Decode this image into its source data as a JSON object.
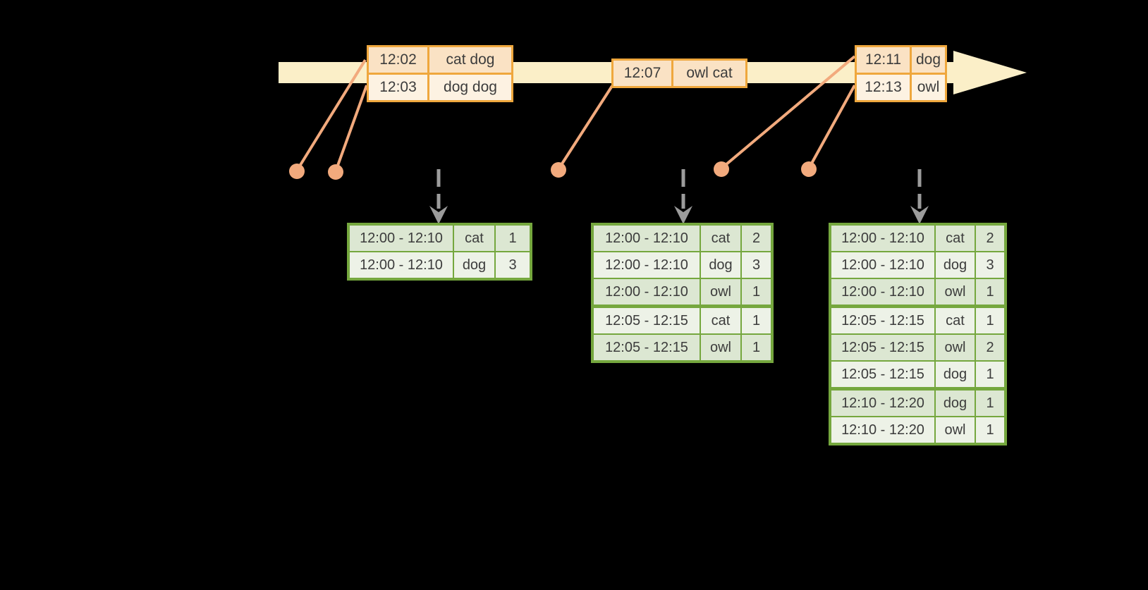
{
  "colors": {
    "background": "#000000",
    "timeline_fill": "#FBEFC8",
    "event_border": "#EFA73D",
    "event_row_dark": "#FAE2C4",
    "event_row_light": "#FDF2E2",
    "connector": "#F2AA7D",
    "trigger_arrow": "#9C9C9C",
    "table_border": "#75A73E",
    "table_row_dark": "#DCE7D2",
    "table_row_light": "#EDF2E7",
    "text": "#3C3C3C"
  },
  "timeline": {
    "event_boxes": [
      {
        "rows": [
          [
            "12:02",
            "cat dog"
          ],
          [
            "12:03",
            "dog dog"
          ]
        ]
      },
      {
        "rows": [
          [
            "12:07",
            "owl cat"
          ]
        ]
      },
      {
        "rows": [
          [
            "12:11",
            "dog"
          ],
          [
            "12:13",
            "owl"
          ]
        ]
      }
    ]
  },
  "result_tables": [
    {
      "rows": [
        [
          "12:00 - 12:10",
          "cat",
          "1"
        ],
        [
          "12:00 - 12:10",
          "dog",
          "3"
        ]
      ]
    },
    {
      "rows": [
        [
          "12:00 - 12:10",
          "cat",
          "2"
        ],
        [
          "12:00 - 12:10",
          "dog",
          "3"
        ],
        [
          "12:00 - 12:10",
          "owl",
          "1"
        ],
        [
          "12:05 - 12:15",
          "cat",
          "1"
        ],
        [
          "12:05 - 12:15",
          "owl",
          "1"
        ]
      ]
    },
    {
      "rows": [
        [
          "12:00 - 12:10",
          "cat",
          "2"
        ],
        [
          "12:00 - 12:10",
          "dog",
          "3"
        ],
        [
          "12:00 - 12:10",
          "owl",
          "1"
        ],
        [
          "12:05 - 12:15",
          "cat",
          "1"
        ],
        [
          "12:05 - 12:15",
          "owl",
          "2"
        ],
        [
          "12:05 - 12:15",
          "dog",
          "1"
        ],
        [
          "12:10 - 12:20",
          "dog",
          "1"
        ],
        [
          "12:10 - 12:20",
          "owl",
          "1"
        ]
      ]
    }
  ]
}
